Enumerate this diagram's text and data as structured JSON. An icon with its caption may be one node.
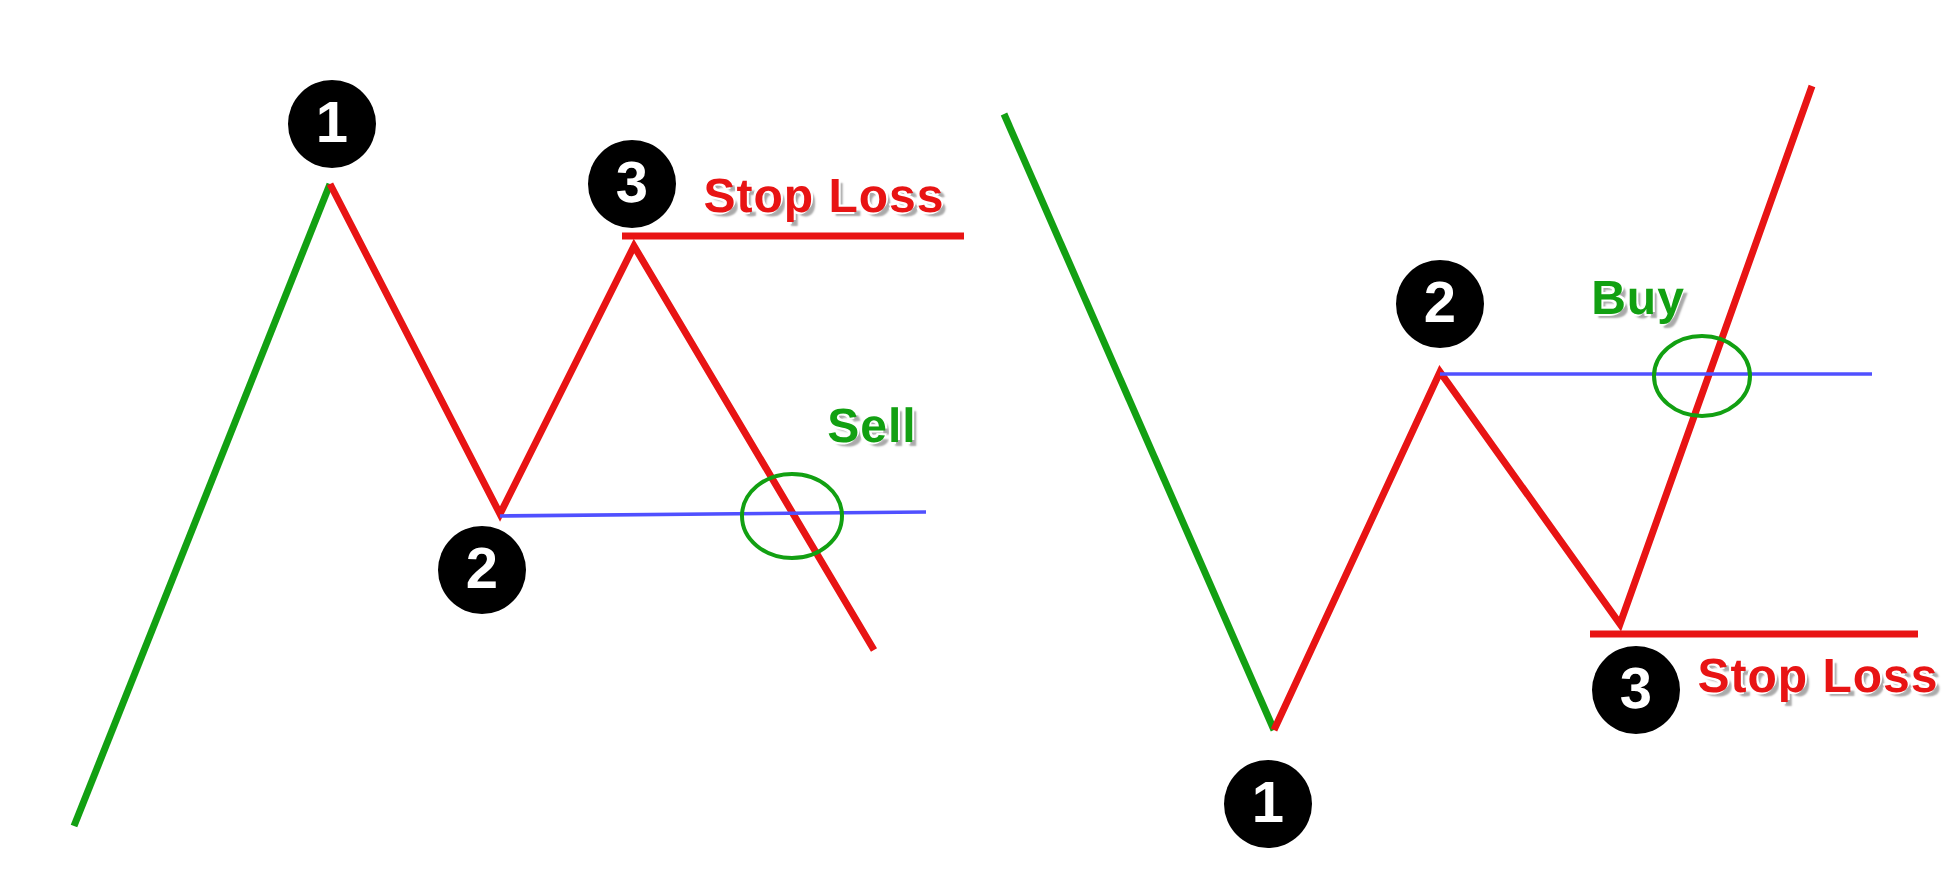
{
  "diagram": {
    "nodes": [
      {
        "text": [
          "1"
        ]
      },
      {
        "text": [
          "3"
        ]
      },
      {
        "text": [
          "2"
        ]
      },
      {
        "text": [
          "2"
        ]
      },
      {
        "text": [
          "3"
        ]
      },
      {
        "text": [
          "1"
        ]
      }
    ],
    "labels": [
      "Stop Loss",
      "Sell",
      "Buy",
      "Stop Loss"
    ]
  }
}
